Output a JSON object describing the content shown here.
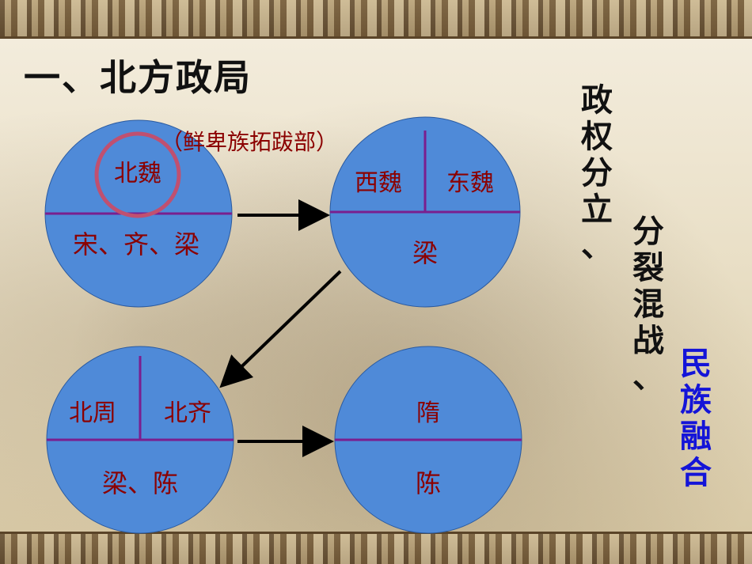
{
  "slide": {
    "title": "一、北方政局",
    "note": "（鲜卑族拓跋部）",
    "circles": [
      {
        "top_left": "北魏",
        "bottom": "宋、齐、梁"
      },
      {
        "top_left": "西魏",
        "top_right": "东魏",
        "bottom": "梁"
      },
      {
        "top_left": "北周",
        "top_right": "北齐",
        "bottom": "梁、陈"
      },
      {
        "top": "隋",
        "bottom": "陈"
      }
    ],
    "side_text": {
      "col1": [
        "政",
        "权",
        "分",
        "立",
        "、"
      ],
      "col2": [
        "分",
        "裂",
        "混",
        "战",
        "、"
      ],
      "col3": [
        "民",
        "族",
        "融",
        "合"
      ]
    }
  },
  "colors": {
    "circle_fill": "#4f8ad8",
    "divider": "#7a1f8e",
    "label": "#8b0000",
    "highlight_ring": "#c05070",
    "emphasis": "#1414d8"
  }
}
